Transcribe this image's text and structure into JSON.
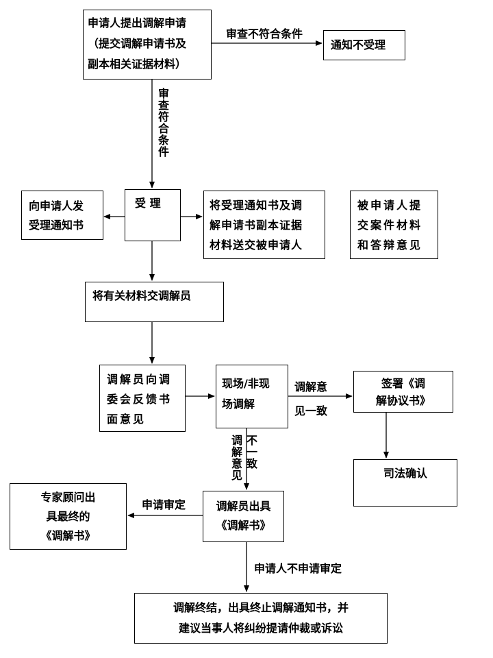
{
  "nodes": {
    "apply": [
      "申请人提出调解申请",
      "（提交调解申请书及",
      "副本相关证据材料）"
    ],
    "reject": "通知不受理",
    "accept": "受 理",
    "notify_applicant": [
      "向申请人发",
      "受理通知书"
    ],
    "send_respondent": [
      "将受理通知书及调",
      "解申请书副本证据",
      "材料送交被申请人"
    ],
    "respondent_submit": [
      "被申请人提",
      "交案件材料",
      "和答辩意见"
    ],
    "to_mediator": "将有关材料交调解员",
    "mediator_feedback": [
      "调解员向调",
      "委会反馈书",
      "面意见"
    ],
    "mediation": [
      "现场/非现",
      "场调解"
    ],
    "sign_agreement": [
      "签署《调",
      "解协议书》"
    ],
    "judicial_confirm": "司法确认",
    "issue_book": [
      "调解员出具",
      "《调解书》"
    ],
    "expert_final": [
      "专家顾问出",
      "具最终的",
      "《调解书》"
    ],
    "terminate": [
      "调解终结，出具终止调解通知书，并",
      "建议当事人将纠纷提请仲裁或诉讼"
    ]
  },
  "edges": {
    "not_qualified": "审查不符合条件",
    "qualified": "审查符合条件",
    "agree": [
      "调解意",
      "见一致"
    ],
    "disagree_left": "调解意见",
    "disagree_right": "不一致",
    "apply_review": "申请审定",
    "no_review": "申请人不申请审定"
  }
}
